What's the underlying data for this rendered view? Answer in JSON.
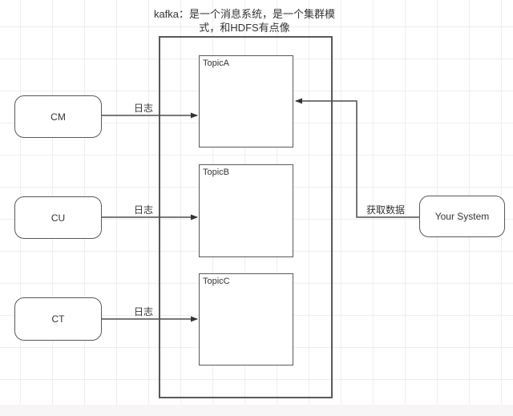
{
  "title": {
    "line1": "kafka：是一个消息系统，是一个集群模",
    "line2": "式，和HDFS有点像"
  },
  "producers": [
    {
      "label": "CM"
    },
    {
      "label": "CU"
    },
    {
      "label": "CT"
    }
  ],
  "kafka_cluster": {
    "topics": [
      {
        "label": "TopicA"
      },
      {
        "label": "TopicB"
      },
      {
        "label": "TopicC"
      }
    ]
  },
  "consumer": {
    "label": "Your System"
  },
  "edge_labels": {
    "cm_log": "日志",
    "cu_log": "日志",
    "ct_log": "日志",
    "fetch": "获取数据"
  },
  "colors": {
    "connector_line": "#4d4d4d",
    "box_border": "#595959",
    "text": "#333333",
    "grid_line": "#f2eded",
    "background": "#ffffff"
  }
}
